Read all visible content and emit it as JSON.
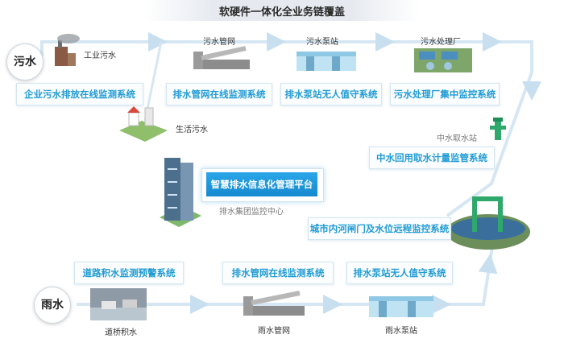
{
  "title": "软硬件一体化全业务链覆盖",
  "nodes": {
    "sewage_circle": "污水",
    "rain_circle": "雨水"
  },
  "labels": {
    "industrial_sewage": "工业污水",
    "sewage_pipe": "污水管网",
    "sewage_pump": "污水泵站",
    "sewage_plant": "污水处理厂",
    "domestic_sewage": "生活污水",
    "reclaimed_intake": "中水取水站",
    "group_center": "排水集团监控中心",
    "road_water": "道桥积水",
    "rain_pipe": "雨水管网",
    "rain_pump": "雨水泵站"
  },
  "systems": {
    "enterprise_sewage": "企业污水排放在线监测系统",
    "drain_pipe_top": "排水管网在线监测系统",
    "pump_unattended_top": "排水泵站无人值守系统",
    "plant_central": "污水处理厂集中监控系统",
    "reclaimed_metering": "中水回用取水计量监管系统",
    "river_gate": "城市内河闸门及水位远程监控系统",
    "road_warning": "道路积水监测预警系统",
    "drain_pipe_bottom": "排水管网在线监测系统",
    "pump_unattended_bottom": "排水泵站无人值守系统"
  },
  "platform": "智慧排水信息化管理平台",
  "colors": {
    "system_text": "#1f9bd4",
    "platform_bg": "#1a90d6",
    "flow_line": "#cde3f0"
  }
}
